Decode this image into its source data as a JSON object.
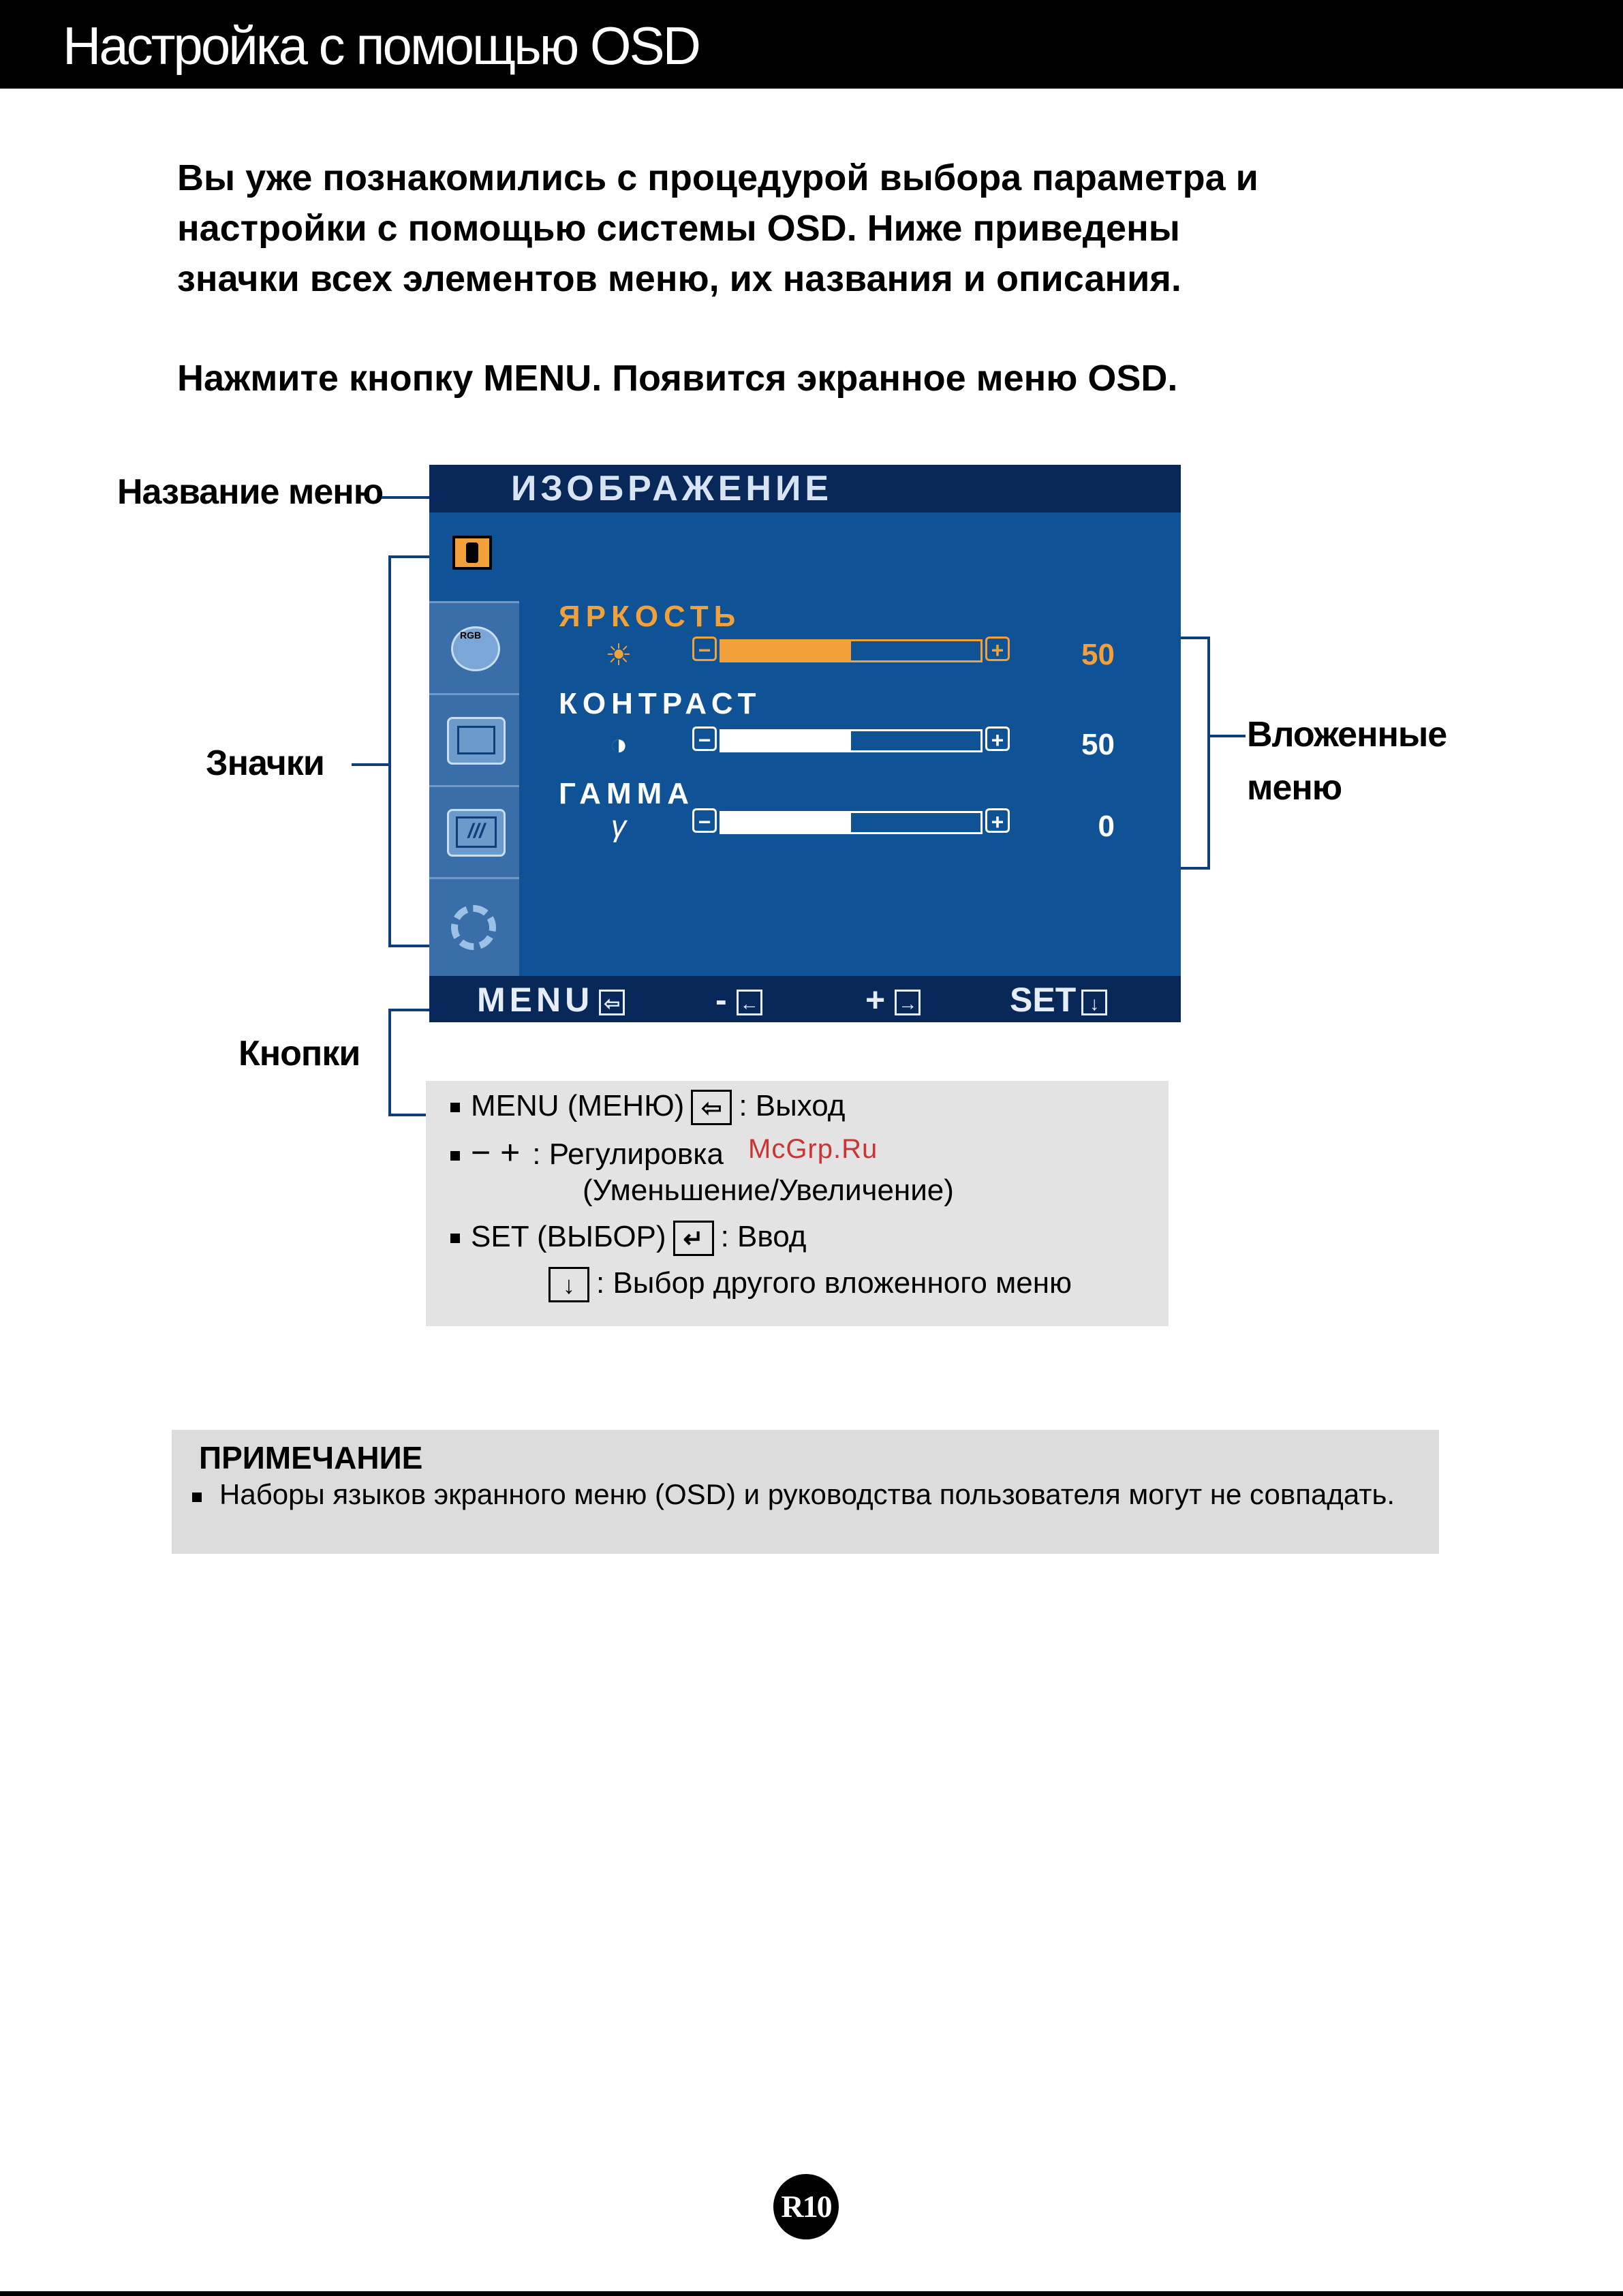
{
  "header": {
    "title": "Настройка с помощью OSD"
  },
  "intro": {
    "lines": [
      "Вы уже познакомились с процедурой выбора параметра и",
      "настройки с помощью системы OSD. Ниже приведены",
      "значки всех элементов меню, их названия и описания."
    ],
    "press_menu": "Нажмите кнопку MENU. Появится экранное меню OSD."
  },
  "callouts": {
    "menu_name": "Название меню",
    "icons": "Значки",
    "buttons": "Кнопки",
    "submenus_line1": "Вложенные",
    "submenus_line2": "меню"
  },
  "osd": {
    "title": "ИЗОБРАЖЕНИЕ",
    "icons": [
      "monitor-icon",
      "rgb-icon",
      "screen-position-icon",
      "tracking-icon",
      "settings-gear-icon"
    ],
    "submenus": [
      {
        "label": "ЯРКОСТЬ",
        "symbol": "☀",
        "value": "50",
        "level": 0.5,
        "active": true
      },
      {
        "label": "КОНТРАСТ",
        "symbol": "◑",
        "value": "50",
        "level": 0.5,
        "active": false
      },
      {
        "label": "ГАММА",
        "symbol": "γ",
        "value": "0",
        "level": 0.5,
        "active": false
      }
    ],
    "buttons": {
      "menu": "MENU",
      "minus": "-",
      "plus": "+",
      "set": "SET",
      "menu_key": "⇦",
      "minus_key": "←",
      "plus_key": "→",
      "set_key": "↓"
    },
    "colors": {
      "active": "#f2a13a",
      "inactive": "#ffffff",
      "panel": "#0f5296",
      "bar": "#08285a"
    }
  },
  "legend": {
    "menu_text": "MENU (МЕНЮ)",
    "menu_desc": ": Выход",
    "adjust_keys": "−  +",
    "adjust_desc": ": Регулировка",
    "adjust_desc2": "(Уменьшение/Увеличение)",
    "set_text": "SET (ВЫБОР)",
    "set_desc": ": Ввод",
    "down_desc": ": Выбор другого вложенного меню",
    "key_menu": "⇦",
    "key_set": "↵",
    "key_down": "↓"
  },
  "watermark": "McGrp.Ru",
  "note": {
    "heading": "ПРИМЕЧАНИЕ",
    "text": "Наборы языков экранного меню (OSD) и руководства пользователя могут не совпадать."
  },
  "page_number": "R10"
}
